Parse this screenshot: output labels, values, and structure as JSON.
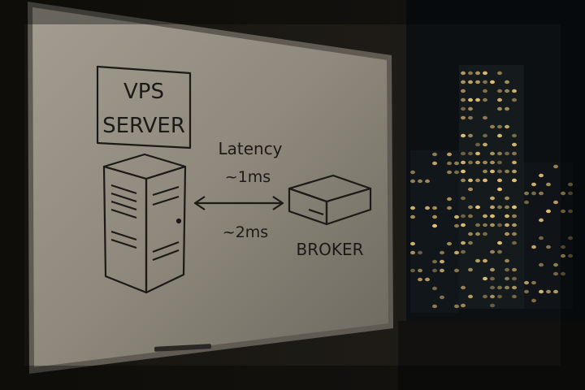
{
  "whiteboard": {
    "server_label_line1": "VPS",
    "server_label_line2": "SERVER",
    "latency_title": "Latency",
    "latency_top": "~1ms",
    "latency_bottom": "~2ms",
    "broker_label": "BROKER"
  },
  "colors": {
    "board": "#8f8a7d",
    "ink": "#1c1a17",
    "wall": "#1a1815",
    "window": "#0d1114",
    "city_light": "#e8c47a"
  }
}
